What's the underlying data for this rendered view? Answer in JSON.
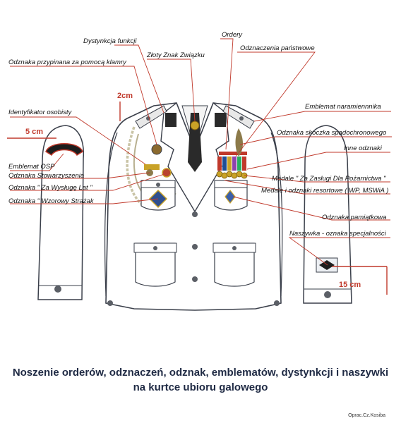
{
  "labels": {
    "dystynkcja": "Dystynkcja funkcji",
    "odznaka_klamra": "Odznaka przypinana za pomocą klamry",
    "zloty_znak": "Złoty Znak Związku",
    "ordery": "Ordery",
    "odznaczenia": "Odznaczenia państwowe",
    "identyfikator": "Identyfikator osobisty",
    "emblemat_naramiennik": "Emblemat naramiennnika",
    "skoczek": "Odznaka skoczka spadochronowego",
    "inne": "Inne odznaki",
    "emblemat_osp": "Emblemat OSP",
    "stowarzyszenie": "Odznaka Stowarzyszenia",
    "wysluga": "Odznaka \" Za Wysługę Lat \"",
    "wzorowy": "Odznaka \" Wzorowy Strażak",
    "medale_zaslugi": "Medale \" Za Zasługi Dla Pożarnictwa \"",
    "medale_resortowe": "Medale i odznaki resortowe ( WP, MSWiA )",
    "pamiatkowa": "Odznaka pamiątkowa",
    "naszywka": "Naszywka - oznaka specjalności"
  },
  "measurements": {
    "m2": "2cm",
    "m5": "5 cm",
    "m15": "15 cm"
  },
  "title": {
    "line1": "Noszenie orderów, odznaczeń, odznak, emblematów, dystynkcji i naszywki",
    "line2": "na kurtce ubioru galowego"
  },
  "credit": "Oprac.Cz.Kosiba",
  "colors": {
    "leader": "#c0392b",
    "jacket_outline": "#3a3f4a",
    "button": "#5b5f66",
    "gold": "#c9a227",
    "title": "#1f2a44"
  }
}
